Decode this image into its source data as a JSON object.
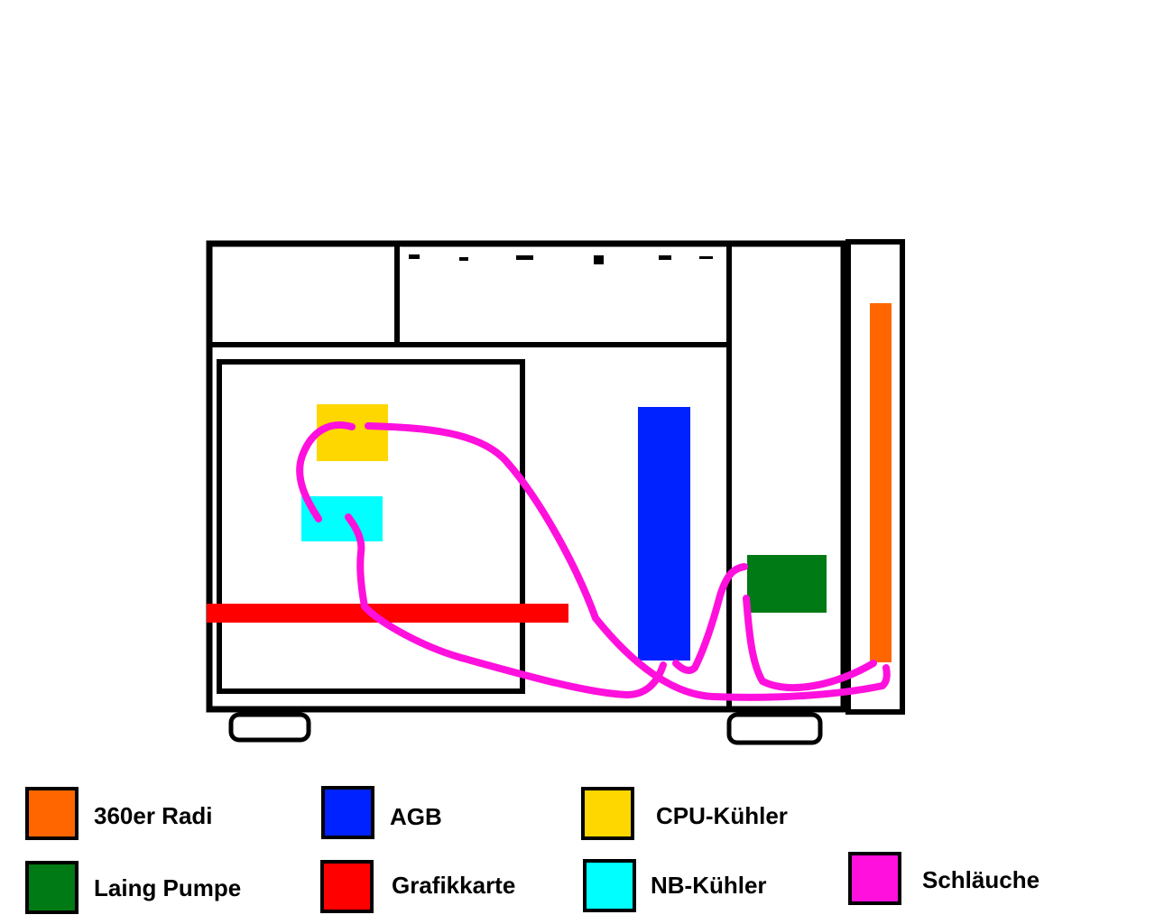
{
  "colors": {
    "radiator": "#ff6600",
    "reservoir": "#0022ff",
    "cpu_cooler": "#ffd700",
    "pump": "#007a14",
    "graphics_card": "#ff0000",
    "nb_cooler": "#00ffff",
    "tubing": "#ff10dd",
    "outline": "#000000",
    "background": "#ffffff"
  },
  "legend": {
    "radiator": {
      "label": "360er Radi",
      "color": "#ff6600"
    },
    "reservoir": {
      "label": "AGB",
      "color": "#0022ff"
    },
    "cpu_cooler": {
      "label": "CPU-Kühler",
      "color": "#ffd700"
    },
    "pump": {
      "label": "Laing Pumpe",
      "color": "#007a14"
    },
    "graphics_card": {
      "label": "Grafikkarte",
      "color": "#ff0000"
    },
    "nb_cooler": {
      "label": "NB-Kühler",
      "color": "#00ffff"
    },
    "tubing": {
      "label": "Schläuche",
      "color": "#ff10dd"
    }
  }
}
